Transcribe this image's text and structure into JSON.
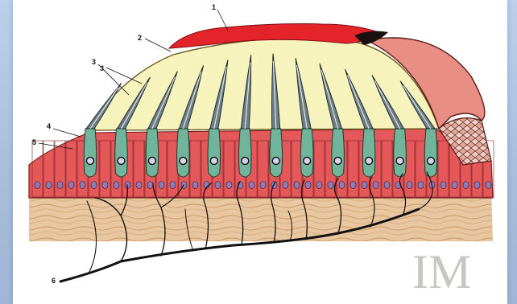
{
  "diagram": {
    "callouts": [
      "1",
      "2",
      "3",
      "3",
      "4",
      "5",
      "6"
    ],
    "watermark": "IM",
    "colors": {
      "background_blue": "#a9bfdc",
      "otolith_red": "#e3242b",
      "gel_yellow": "#f7f3bd",
      "epithelium_red": "#e4585a",
      "hair_cell_green": "#6fb49b",
      "connective_tan": "#e5c29b",
      "cupola_pink": "#e98e85",
      "nerve_black": "#111111"
    }
  }
}
